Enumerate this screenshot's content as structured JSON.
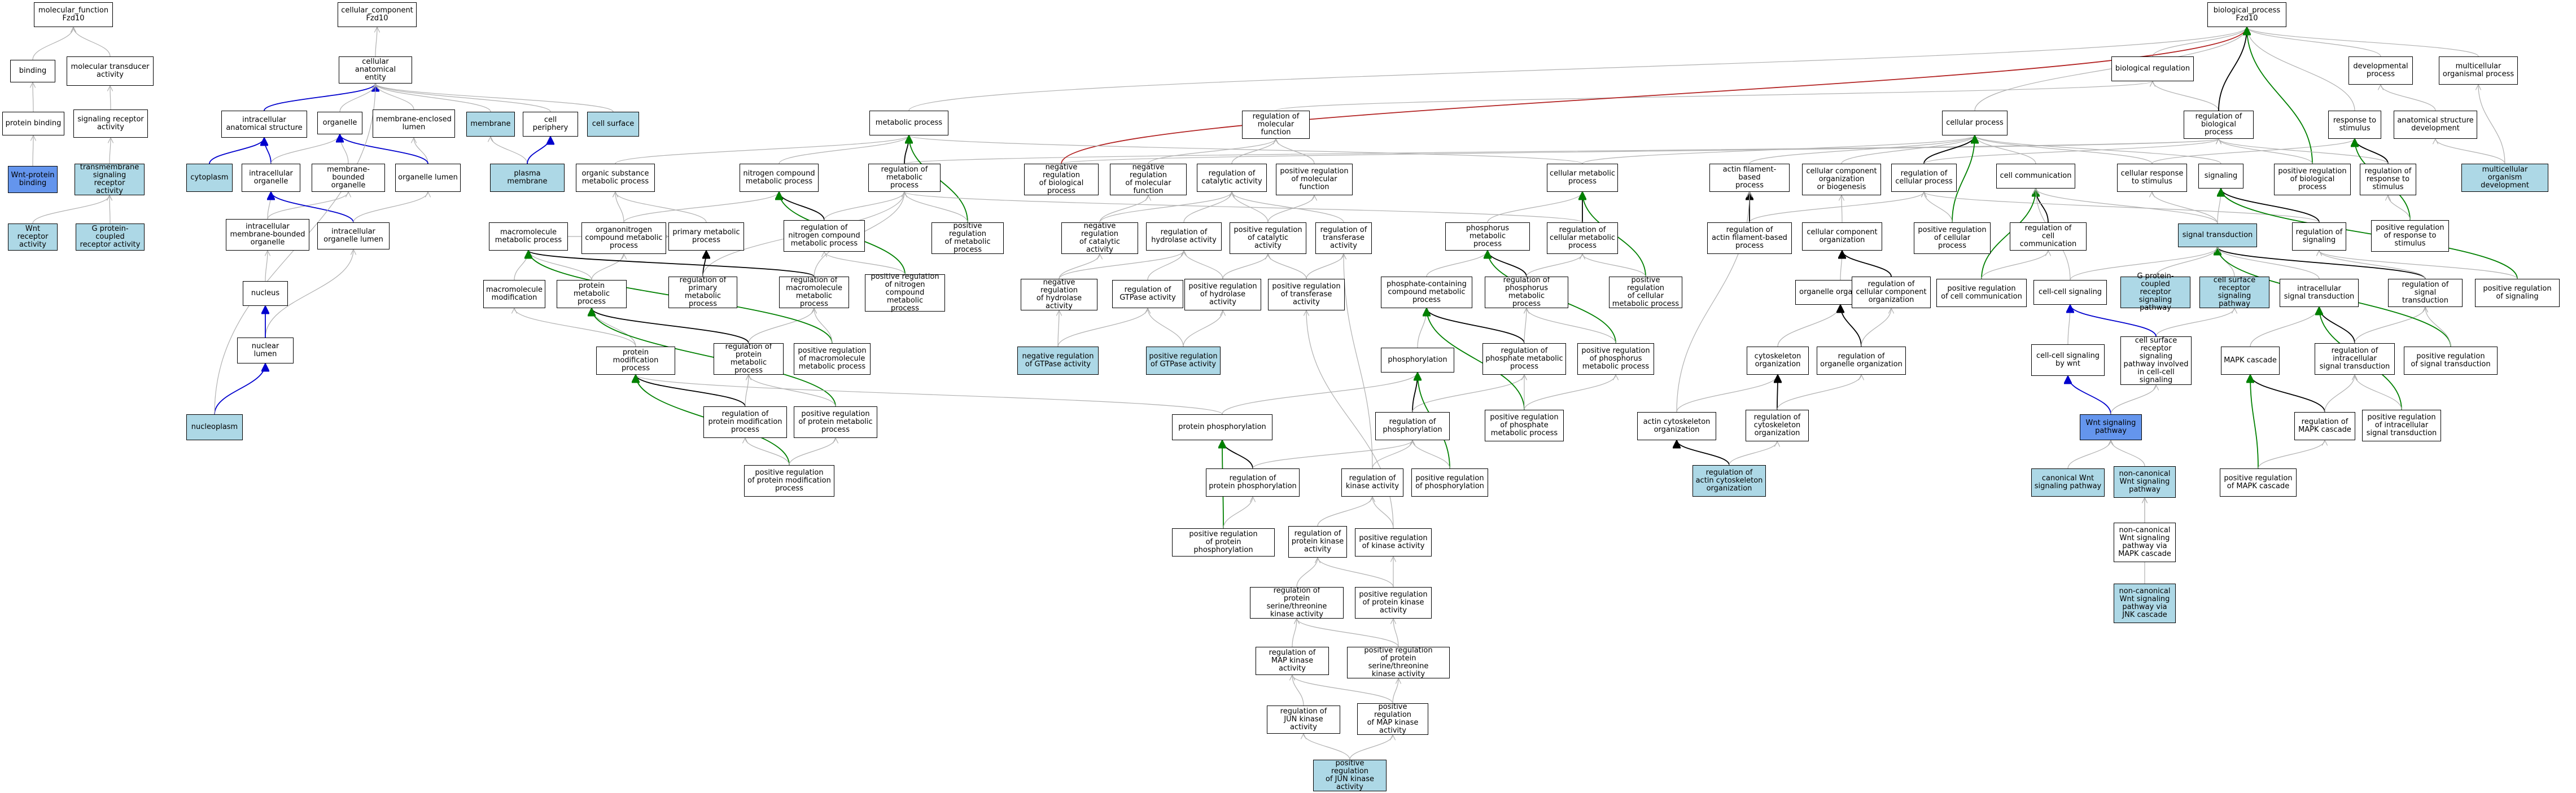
{
  "colors": {
    "default_fill": "#ffffff",
    "light_fill": "#add8e6",
    "strong_fill": "#6495ed",
    "edge_is_a": "#b0b0b0",
    "edge_regulates": "#000000",
    "edge_positively_regulates": "#008000",
    "edge_negatively_regulates": "#b22222",
    "edge_part_of": "#0000cd"
  },
  "nodes": {
    "mf": "molecular_function\nFzd10",
    "cc": "cellular_component\nFzd10",
    "bp": "biological_process\nFzd10",
    "binding": "binding",
    "mta": "molecular transducer\nactivity",
    "pbind": "protein binding",
    "sra": "signaling receptor\nactivity",
    "wntbind": "Wnt-protein\nbinding",
    "tmsra": "transmembrane\nsignaling receptor\nactivity",
    "wntrec": "Wnt receptor\nactivity",
    "gpcr": "G protein-coupled\nreceptor activity",
    "cae": "cellular anatomical\nentity",
    "ias": "intracellular\nanatomical structure",
    "organelle": "organelle",
    "mel": "membrane-enclosed\nlumen",
    "membrane": "membrane",
    "cellper": "cell periphery",
    "cellsurf": "cell surface",
    "cytoplasm": "cytoplasm",
    "iorg": "intracellular\norganelle",
    "mbo": "membrane-bounded\norganelle",
    "orglumen": "organelle lumen",
    "plasmamem": "plasma membrane",
    "imbo": "intracellular\nmembrane-bounded\norganelle",
    "iol": "intracellular\norganelle lumen",
    "nucleus": "nucleus",
    "nuclumen": "nuclear lumen",
    "nucleoplasm": "nucleoplasm",
    "biolreg": "biological regulation",
    "devproc": "developmental\nprocess",
    "multiproc": "multicellular\norganismal process",
    "metproc": "metabolic process",
    "cellproc": "cellular process",
    "regbp": "regulation of\nbiological process",
    "resp": "response to\nstimulus",
    "asd": "anatomical structure\ndevelopment",
    "regmf": "regulation of\nmolecular function",
    "osmp": "organic substance\nmetabolic process",
    "ncmp": "nitrogen compound\nmetabolic process",
    "regmp": "regulation of\nmetabolic process",
    "negbp": "negative regulation\nof biological\nprocess",
    "negmf": "negative regulation\nof molecular\nfunction",
    "regcat": "regulation of\ncatalytic activity",
    "posmf": "positive regulation\nof molecular\nfunction",
    "cmp": "cellular metabolic\nprocess",
    "afbp": "actin filament-based\nprocess",
    "ccob": "cellular component\norganization\nor biogenesis",
    "regcp": "regulation of\ncellular process",
    "cellcomm": "cell communication",
    "crs": "cellular response\nto stimulus",
    "signaling": "signaling",
    "posbp": "positive regulation\nof biological\nprocess",
    "regresp": "regulation of\nresponse to\nstimulus",
    "mod": "multicellular\norganism development",
    "mmp": "macromolecule\nmetabolic process",
    "onmp": "organonitrogen\ncompound metabolic\nprocess",
    "pmp": "primary metabolic\nprocess",
    "regncmp": "regulation of\nnitrogen compound\nmetabolic process",
    "posmp": "positive regulation\nof metabolic\nprocess",
    "negcat": "negative regulation\nof catalytic\nactivity",
    "reghyd": "regulation of\nhydrolase activity",
    "poscat": "positive regulation\nof catalytic\nactivity",
    "regtrans": "regulation of\ntransferase\nactivity",
    "phosmp": "phosphorus metabolic\nprocess",
    "regcmp": "regulation of\ncellular metabolic\nprocess",
    "regafbp": "regulation of\nactin filament-based\nprocess",
    "ccorg": "cellular component\norganization",
    "poscp": "positive regulation\nof cellular\nprocess",
    "regcc": "regulation of\ncell communication",
    "sigtrans": "signal transduction",
    "regsig": "regulation of\nsignaling",
    "posresp": "positive regulation\nof response to\nstimulus",
    "macmod": "macromolecule\nmodification",
    "protmp": "protein metabolic\nprocess",
    "regpmp": "regulation of\nprimary metabolic\nprocess",
    "regmmp": "regulation of\nmacromolecule\nmetabolic process",
    "posncmp": "positive regulation\nof nitrogen\ncompound metabolic\nprocess",
    "neghyd": "negative regulation\nof hydrolase\nactivity",
    "reggtp": "regulation of\nGTPase activity",
    "poshyd": "positive regulation\nof hydrolase\nactivity",
    "postrans": "positive regulation\nof transferase\nactivity",
    "pccmp": "phosphate-containing\ncompound metabolic\nprocess",
    "regphosmp": "regulation of\nphosphorus metabolic\nprocess",
    "poscmp": "positive regulation\nof cellular\nmetabolic process",
    "orgorg": "organelle organization",
    "regccorg": "regulation of\ncellular component\norganization",
    "poscc": "positive regulation\nof cell communication",
    "ccsig": "cell-cell signaling",
    "gpcrsig": "G protein-coupled\nreceptor signaling\npathway",
    "csrsp": "cell surface\nreceptor signaling\npathway",
    "ist": "intracellular\nsignal transduction",
    "regst": "regulation of\nsignal transduction",
    "possig": "positive regulation\nof signaling",
    "protmod": "protein modification\nprocess",
    "regprotmp": "regulation of\nprotein metabolic\nprocess",
    "posmmp": "positive regulation\nof macromolecule\nmetabolic process",
    "neggtp": "negative regulation\nof GTPase activity",
    "posgtp": "positive regulation\nof GTPase activity",
    "phosph": "phosphorylation",
    "regphospmp": "regulation of\nphosphate metabolic\nprocess",
    "posphosmp": "positive regulation\nof phosphorus\nmetabolic process",
    "cytorg": "cytoskeleton\norganization",
    "regorgorg": "regulation of\norganelle organization",
    "ccsigwnt": "cell-cell signaling\nby wnt",
    "csrspcc": "cell surface\nreceptor signaling\npathway involved\nin cell-cell\nsignaling",
    "mapk": "MAPK cascade",
    "regist": "regulation of\nintracellular\nsignal transduction",
    "posst": "positive regulation\nof signal transduction",
    "regprotmod": "regulation of\nprotein modification\nprocess",
    "posprotmp": "positive regulation\nof protein metabolic\nprocess",
    "protphos": "protein phosphorylation",
    "regphos": "regulation of\nphosphorylation",
    "posphospmp": "positive regulation\nof phosphate\nmetabolic process",
    "actcyt": "actin cytoskeleton\norganization",
    "regcytorg": "regulation of\ncytoskeleton\norganization",
    "wntsig": "Wnt signaling\npathway",
    "regmapk": "regulation of\nMAPK cascade",
    "posist": "positive regulation\nof intracellular\nsignal transduction",
    "posprotmod": "positive regulation\nof protein modification\nprocess",
    "regprotphos": "regulation of\nprotein phosphorylation",
    "regkin": "regulation of\nkinase activity",
    "posphos": "positive regulation\nof phosphorylation",
    "regactcyt": "regulation of\nactin cytoskeleton\norganization",
    "canwnt": "canonical Wnt\nsignaling pathway",
    "noncanwnt": "non-canonical\nWnt signaling\npathway",
    "posmapk": "positive regulation\nof MAPK cascade",
    "posprotphos": "positive regulation\nof protein phosphorylation",
    "regpka": "regulation of\nprotein kinase\nactivity",
    "poskin": "positive regulation\nof kinase activity",
    "noncanmapk": "non-canonical\nWnt signaling\npathway via\nMAPK cascade",
    "regpstk": "regulation of\nprotein serine/threonine\nkinase activity",
    "pospka": "positive regulation\nof protein kinase\nactivity",
    "noncanjnk": "non-canonical\nWnt signaling\npathway via\nJNK cascade",
    "regmapkact": "regulation of\nMAP kinase activity",
    "pospstk": "positive regulation\nof protein serine/threonine\nkinase activity",
    "regjnk": "regulation of\nJUN kinase activity",
    "posmapkact": "positive regulation\nof MAP kinase\nactivity",
    "posjnk": "positive regulation\nof JUN kinase\nactivity"
  }
}
